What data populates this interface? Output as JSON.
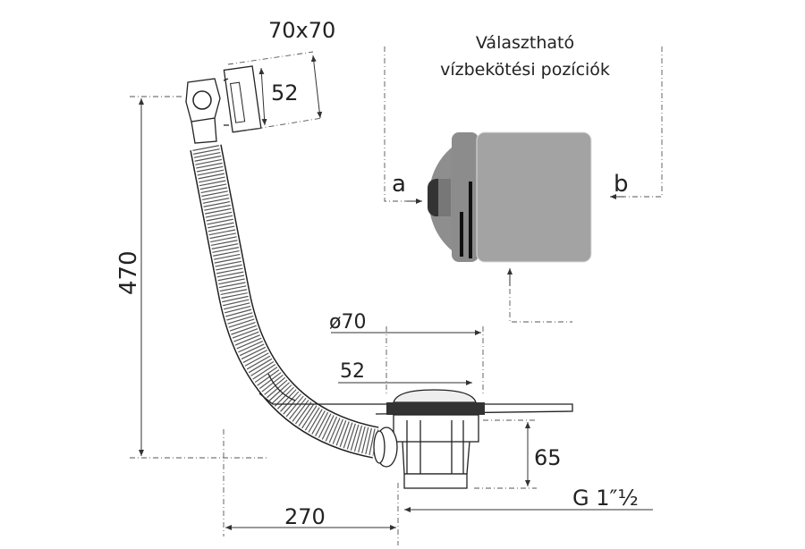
{
  "labels": {
    "overflow_size": "70x70",
    "overflow_height": "52",
    "total_height": "470",
    "choice_title_line1": "Választható",
    "choice_title_line2": "vízbekötési pozíciók",
    "position_a": "a",
    "position_b": "b",
    "drain_diameter": "ø70",
    "plug_diameter": "52",
    "drain_depth": "65",
    "thread": "G 1″½",
    "horizontal_length": "270"
  },
  "colors": {
    "box_face": "#a3a3a3",
    "box_side": "#8c8c8c",
    "line": "#222222"
  }
}
